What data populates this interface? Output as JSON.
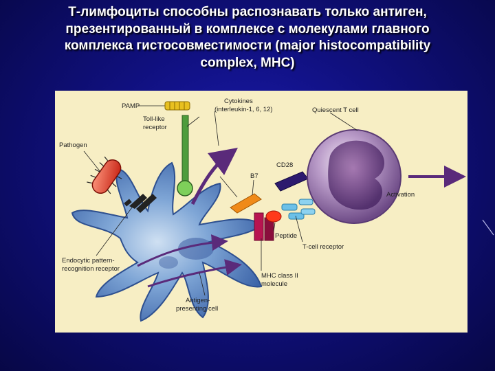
{
  "title": {
    "line1": "Т-лимфоциты способны распознавать только антиген,",
    "line2": "презентированный в комплексе с молекулами главного",
    "line3": "комплекса гистосовместимости (major histocompatibility",
    "line4": "complex, MHC)"
  },
  "diagram": {
    "labels": {
      "pamp": "PAMP",
      "cytokines1": "Cytokines",
      "cytokines2": "(interleukin-1, 6, 12)",
      "quiescent": "Quiescent T cell",
      "toll1": "Toll-like",
      "toll2": "receptor",
      "pathogen": "Pathogen",
      "cd28": "CD28",
      "b7": "B7",
      "activation": "Activation",
      "peptide": "Peptide",
      "tcr": "T-cell receptor",
      "endo1": "Endocytic pattern-",
      "endo2": "recognition receptor",
      "mhc1": "MHC class II",
      "mhc2": "molecule",
      "apc1": "Antigen-",
      "apc2": "presenting cell"
    }
  }
}
